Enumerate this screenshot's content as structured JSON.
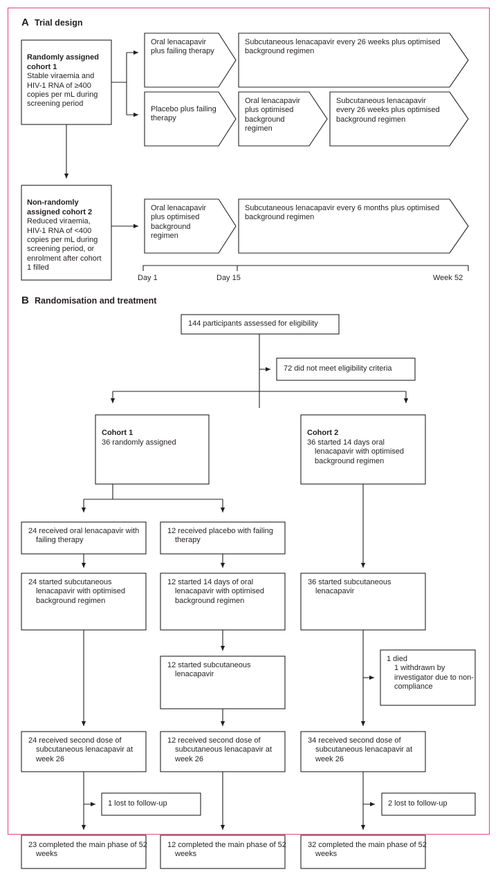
{
  "figure": {
    "border_color": "#e0457b",
    "line_color": "#231f20"
  },
  "panelA": {
    "letter": "A",
    "title": "Trial design",
    "cohort1": {
      "heading": "Randomly assigned cohort 1",
      "body": "Stable viraemia and HIV-1 RNA of ≥400 copies per mL during screening period"
    },
    "cohort2": {
      "heading": "Non-randomly assigned cohort 2",
      "body": "Reduced viraemia, HIV-1 RNA of <400 copies per mL during screening period, or enrolment after cohort 1 filled"
    },
    "steps": {
      "a1": "Oral lenacapavir plus failing therapy",
      "a2": "Subcutaneous lenacapavir every 26 weeks plus optimised background regimen",
      "b1": "Placebo plus failing therapy",
      "b2": "Oral lenacapavir plus optimised background regimen",
      "b3": "Subcutaneous lenacapavir every 26 weeks plus optimised background regimen",
      "c1": "Oral lenacapavir plus optimised background regimen",
      "c2": "Subcutaneous lenacapavir every 6 months plus optimised background regimen"
    },
    "timeline": {
      "ticks": [
        "Day 1",
        "Day 15",
        "Week 52"
      ]
    }
  },
  "panelB": {
    "letter": "B",
    "title": "Randomisation and treatment",
    "nodes": {
      "assessed": "144 participants assessed for eligibility",
      "excluded": "72 did not meet eligibility criteria",
      "cohort1_heading": "Cohort 1",
      "cohort1_body": "36 randomly assigned",
      "cohort2_heading": "Cohort 2",
      "cohort2_body": "36 started 14 days oral lenacapavir with optimised background regimen",
      "c1_oral": "24 received oral lenacapavir with failing therapy",
      "c1_placebo": "12 received placebo with failing therapy",
      "c1_sc": "24 started subcutaneous lenacapavir with optimised background regimen",
      "c1_placebo_oral": "12 started 14 days of oral lenacapavir with optimised background regimen",
      "c2_sc": "36 started subcutaneous lenacapavir",
      "c1_placebo_sc": "12 started subcutaneous lenacapavir",
      "c2_loss": "1 died\n1 withdrawn by investigator due to non-compliance",
      "c1_second": "24 received second dose of subcutaneous lenacapavir at week 26",
      "c1p_second": "12 received second dose of subcutaneous lenacapavir at week 26",
      "c2_second": "34 received second dose of subcutaneous lenacapavir at week 26",
      "c1_lost": "1 lost to follow-up",
      "c2_lost": "2 lost to follow-up",
      "c1_complete": "23 completed the main phase of 52 weeks",
      "c1p_complete": "12 completed the main phase of 52 weeks",
      "c2_complete": "32 completed the main phase of 52 weeks"
    }
  }
}
